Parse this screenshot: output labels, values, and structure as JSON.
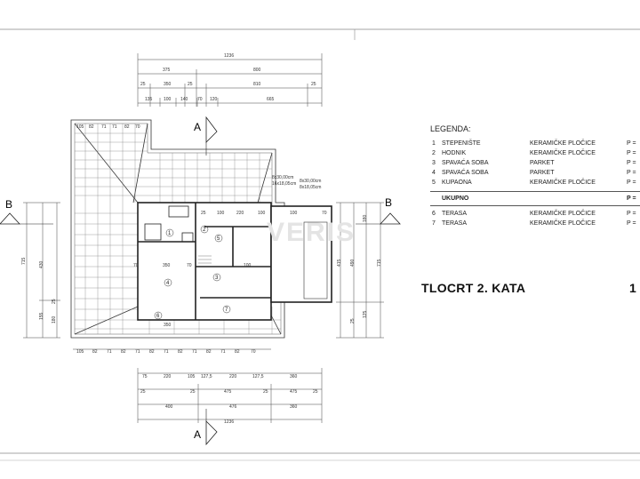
{
  "sheet": {
    "plan_title": "TLOCRT  2. KATA",
    "sheet_number": "1",
    "watermark": "VERIS",
    "section_marks": {
      "a_top": "A",
      "a_bottom": "A",
      "b_left": "B",
      "b_right": "B"
    }
  },
  "legend": {
    "title": "LEGENDA:",
    "rooms": [
      {
        "num": "1",
        "name": "STEPENIŠTE",
        "floor": "KERAMIČKE PLOČICE",
        "area": "P ="
      },
      {
        "num": "2",
        "name": "HODNIK",
        "floor": "KERAMIČKE PLOČICE",
        "area": "P ="
      },
      {
        "num": "3",
        "name": "SPAVAĆA SOBA",
        "floor": "PARKET",
        "area": "P ="
      },
      {
        "num": "4",
        "name": "SPAVAĆA SOBA",
        "floor": "PARKET",
        "area": "P ="
      },
      {
        "num": "5",
        "name": "KUPAONA",
        "floor": "KERAMIČKE PLOČICE",
        "area": "P ="
      }
    ],
    "total": {
      "name": "UKUPNO",
      "area": "P ="
    },
    "terraces": [
      {
        "num": "6",
        "name": "TERASA",
        "floor": "KERAMIČKE PLOČICE",
        "area": "P ="
      },
      {
        "num": "7",
        "name": "TERASA",
        "floor": "KERAMIČKE PLOČICE",
        "area": "P ="
      }
    ]
  },
  "dimensions": {
    "top": {
      "row1": [
        "1236"
      ],
      "row2": [
        "375",
        "800"
      ],
      "row3": [
        "25",
        "350",
        "25",
        "810",
        "25"
      ],
      "row4": [
        "135",
        "100",
        "140",
        "70",
        "120",
        "665"
      ]
    },
    "roof_top": [
      "105",
      "82",
      "71",
      "71",
      "82",
      "70"
    ],
    "bottom": {
      "row1": [
        "105",
        "82",
        "71",
        "82",
        "71",
        "82",
        "71",
        "82",
        "71",
        "82",
        "71",
        "82",
        "70"
      ],
      "row2": [
        "75",
        "220",
        "105",
        "127,5",
        "220",
        "127,5",
        "360"
      ],
      "row3": [
        "25",
        "25",
        "475",
        "25",
        "475",
        "25"
      ],
      "row4": [
        "400",
        "476",
        "360"
      ],
      "row5": [
        "1236"
      ]
    },
    "left": [
      "715",
      "430",
      "155",
      "25",
      "180"
    ],
    "right": [
      "415",
      "490",
      "715",
      "180",
      "125",
      "25"
    ],
    "room_top": [
      "25",
      "100",
      "220",
      "100",
      "100",
      "70"
    ],
    "interior": [
      "350",
      "350",
      "70",
      "100",
      "70"
    ],
    "windows": [
      "8x30,00cm",
      "16x18,05cm",
      "8x30,00cm",
      "8x18,05cm"
    ],
    "room_labels": [
      "1",
      "2",
      "3",
      "4",
      "5",
      "6",
      "7"
    ]
  }
}
